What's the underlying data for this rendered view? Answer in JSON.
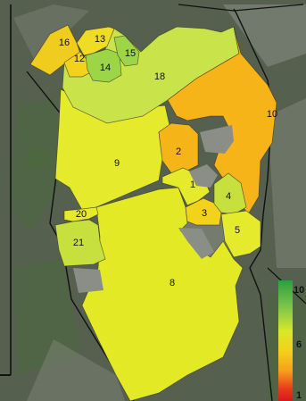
{
  "map": {
    "zones": [
      {
        "id": "1",
        "color": "#e6ea2c"
      },
      {
        "id": "2",
        "color": "#f5b417"
      },
      {
        "id": "3",
        "color": "#f3d21c"
      },
      {
        "id": "4",
        "color": "#c8e03d"
      },
      {
        "id": "5",
        "color": "#e6ea2c"
      },
      {
        "id": "8",
        "color": "#e3ea25"
      },
      {
        "id": "9",
        "color": "#e6ea2c"
      },
      {
        "id": "10",
        "color": "#f6b418"
      },
      {
        "id": "12",
        "color": "#f3d21c"
      },
      {
        "id": "13",
        "color": "#f0dc22"
      },
      {
        "id": "14",
        "color": "#9cd545"
      },
      {
        "id": "15",
        "color": "#9cd545"
      },
      {
        "id": "16",
        "color": "#efcc1d"
      },
      {
        "id": "18",
        "color": "#c9e44a"
      },
      {
        "id": "20",
        "color": "#e6ea2c"
      },
      {
        "id": "21",
        "color": "#c8e03d"
      }
    ],
    "colors": {
      "boundary": "#111111",
      "satellite_base": "#55604e",
      "urban": "#8a8e86",
      "vegetation": "#4c6a3c"
    }
  },
  "scale": {
    "labels": {
      "top": "10",
      "mid": "6",
      "bottom": "1"
    },
    "colors": [
      "#2e9e3e",
      "#7cc64a",
      "#d8e72a",
      "#f3d21c",
      "#f5a11a",
      "#e83a1c",
      "#d7191c"
    ]
  }
}
